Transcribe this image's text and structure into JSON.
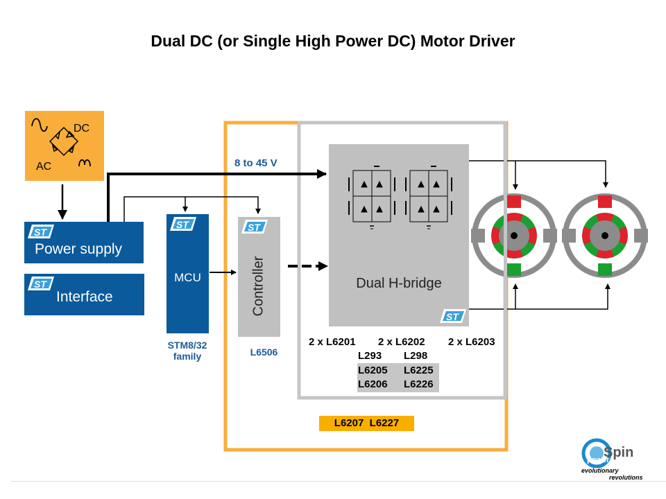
{
  "title": "Dual DC (or Single High Power DC) Motor Driver",
  "colors": {
    "st_blue": "#0b5a9c",
    "orange": "#f9ae3c",
    "frame_gray": "#c5c5c5",
    "block_gray": "#c0c0c0",
    "label_blue": "#1d5a96",
    "motor_red": "#e0222a",
    "motor_green": "#1aa030"
  },
  "rectifier": {
    "dc_label": "DC",
    "ac_label": "AC"
  },
  "power_supply": {
    "label": "Power supply"
  },
  "interface": {
    "label": "Interface"
  },
  "mcu": {
    "label": "MCU",
    "caption_line1": "STM8/32",
    "caption_line2": "family"
  },
  "controller": {
    "label": "Controller",
    "caption": "L6506"
  },
  "voltage_label": "8 to 45 V",
  "hbridge": {
    "label": "Dual H-bridge",
    "parts_row1": [
      "2 x L6201",
      "2 x L6202",
      "2 x L6203"
    ],
    "parts_row2": [
      "L293",
      "L298"
    ],
    "parts_row3": [
      "L6205",
      "L6225"
    ],
    "parts_row4": [
      "L6206",
      "L6226"
    ]
  },
  "integrated_parts": "L6207  L6227",
  "logo": {
    "top": "Spin",
    "small": "power",
    "tagline1": "evolutionary",
    "tagline2": "revolutions"
  },
  "st_logo_text": "ST"
}
